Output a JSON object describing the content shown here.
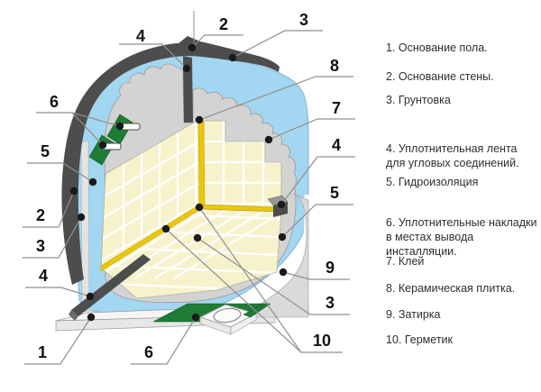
{
  "colors": {
    "waterproofing_blue": "#a3d6f0",
    "band_dark": "#4d4d4d",
    "glue_gray": "#d3d3d3",
    "tile_yellow": "#f6f2cc",
    "sealant_gold": "#e9c70a",
    "pad_green": "#1f7c37",
    "slab_top": "#f5f5f5",
    "slab_front": "#e7e7e7",
    "base_gray": "#dadada",
    "primer_strip": "#e3e3e3"
  },
  "legend": {
    "items": [
      {
        "label": "1. Основание пола."
      },
      {
        "label": "2. Основание стены."
      },
      {
        "label": "3. Грунтовка"
      },
      {
        "label": "4. Уплотнительная лента для угловых соединений."
      },
      {
        "label": "5. Гидроизоляция"
      },
      {
        "label": "6. Уплотнительные накладки в местах вывода инсталляции."
      },
      {
        "label": "7. Клей"
      },
      {
        "label": "8. Керамическая плитка."
      },
      {
        "label": "9. Затирка"
      },
      {
        "label": "10. Герметик"
      }
    ]
  },
  "callouts": [
    {
      "n": "4"
    },
    {
      "n": "2"
    },
    {
      "n": "3"
    },
    {
      "n": "8"
    },
    {
      "n": "6"
    },
    {
      "n": "7"
    },
    {
      "n": "5"
    },
    {
      "n": "4"
    },
    {
      "n": "5"
    },
    {
      "n": "2"
    },
    {
      "n": "3"
    },
    {
      "n": "4"
    },
    {
      "n": "1"
    },
    {
      "n": "6"
    },
    {
      "n": "9"
    },
    {
      "n": "3"
    },
    {
      "n": "10"
    }
  ]
}
